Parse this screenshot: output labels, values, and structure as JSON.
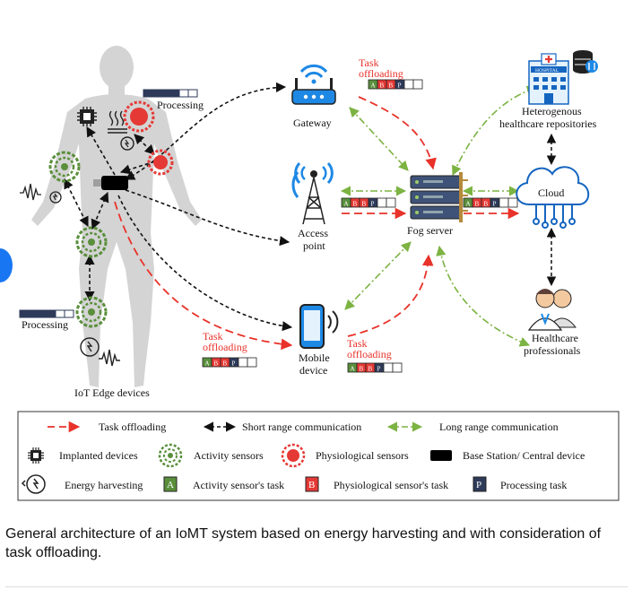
{
  "labels": {
    "processing_top": "Processing",
    "processing_left": "Processing",
    "iot_edge": "IoT Edge devices",
    "gateway": "Gateway",
    "access_point_1": "Access",
    "access_point_2": "point",
    "mobile_1": "Mobile",
    "mobile_2": "device",
    "fog_server": "Fog server",
    "cloud": "Cloud",
    "repositories_1": "Heterogenous",
    "repositories_2": "healthcare repositories",
    "hospital_sign": "HOSPITAL",
    "professionals_1": "Healthcare",
    "professionals_2": "professionals",
    "task_offloading_1": "Task",
    "task_offloading_2": "offloading"
  },
  "task_letters": {
    "a": "A",
    "b": "B",
    "p": "P"
  },
  "legend": {
    "task_offloading": "Task offloading",
    "short_range": "Short range communication",
    "long_range": "Long range communication",
    "implanted": "Implanted devices",
    "activity_sensors": "Activity sensors",
    "physiological_sensors": "Physiological sensors",
    "base_station": "Base Station/ Central device",
    "energy_harvesting": "Energy harvesting",
    "activity_task": "Activity sensor's task",
    "physiological_task": "Physiological sensor's task",
    "processing_task": "Processing task"
  },
  "caption": "General architecture of an IoMT system based on energy harvesting and with consideration of task offloading.",
  "colors": {
    "red_dashed": "#e8322a",
    "black_dotted": "#111111",
    "green_dashdot": "#7cb342",
    "activity_green": "#5a8f3c",
    "physio_red": "#e53935",
    "processing_navy": "#2e3a59",
    "body_gray": "#d4d4d4"
  }
}
